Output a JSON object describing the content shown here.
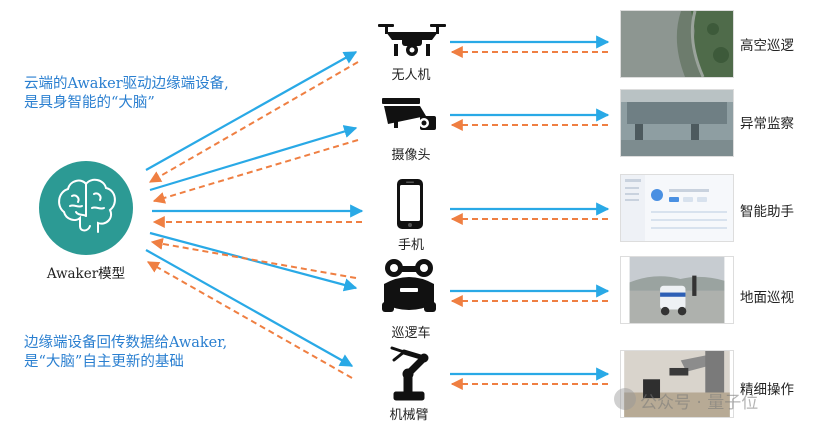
{
  "colors": {
    "blue_arrow": "#29a9e6",
    "orange_arrow": "#ef7f42",
    "brain_circle": "#2c9a94",
    "blue_text": "#2a7fd0"
  },
  "top_caption": {
    "line1": "云端的Awaker驱动边缘端设备,",
    "line2": "是具身智能的“大脑”"
  },
  "bottom_caption": {
    "line1": "边缘端设备回传数据给Awaker,",
    "line2": "是“大脑”自主更新的基础"
  },
  "model": {
    "label": "Awaker模型",
    "icon": "brain-icon"
  },
  "devices": [
    {
      "label": "无人机",
      "icon": "drone-icon"
    },
    {
      "label": "摄像头",
      "icon": "camera-icon"
    },
    {
      "label": "手机",
      "icon": "phone-icon"
    },
    {
      "label": "巡逻车",
      "icon": "patrol-robot-icon"
    },
    {
      "label": "机械臂",
      "icon": "robot-arm-icon"
    }
  ],
  "tasks": [
    {
      "label": "高空巡逻",
      "image": "aerial-view-photo"
    },
    {
      "label": "异常监察",
      "image": "surveillance-photo"
    },
    {
      "label": "智能助手",
      "image": "assistant-app-screenshot"
    },
    {
      "label": "地面巡视",
      "image": "ground-robot-photo"
    },
    {
      "label": "精细操作",
      "image": "robot-arm-photo"
    }
  ],
  "watermark": "公众号 · 量子位"
}
